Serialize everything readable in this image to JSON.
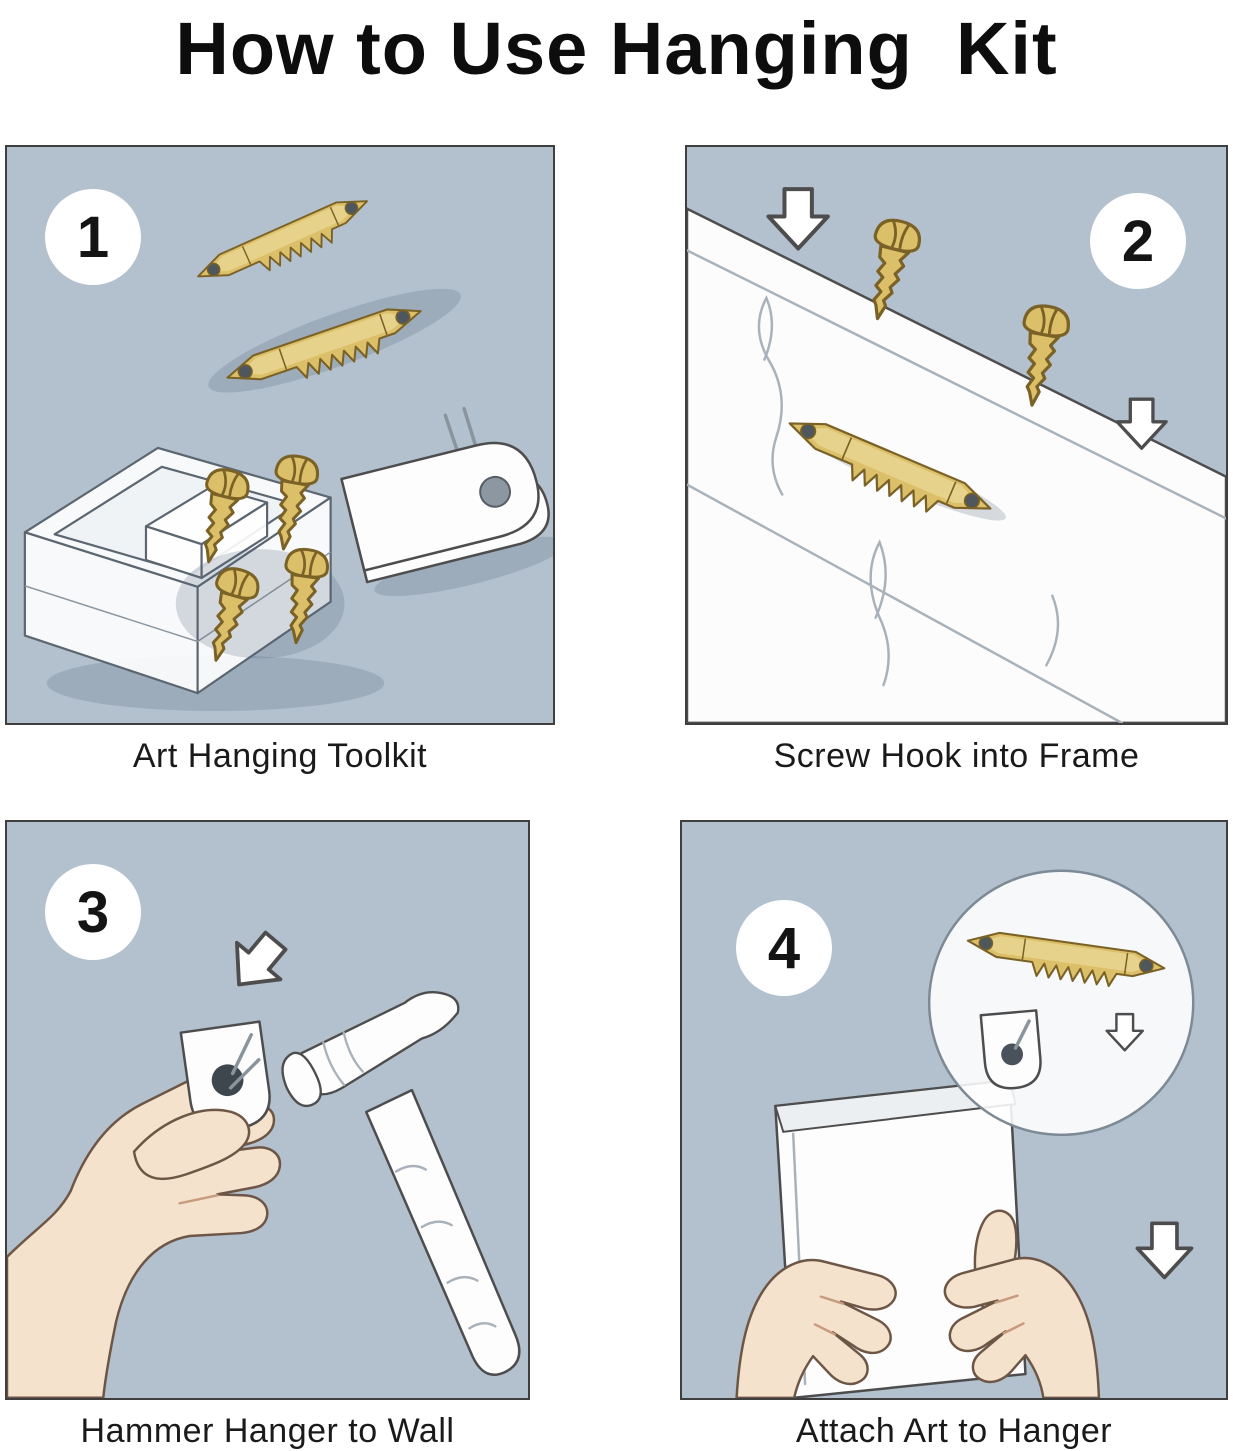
{
  "title": "How to Use Hanging  Kit",
  "steps": [
    {
      "number": "1",
      "caption": "Art Hanging Toolkit"
    },
    {
      "number": "2",
      "caption": "Screw Hook into Frame"
    },
    {
      "number": "3",
      "caption": "Hammer Hanger to Wall"
    },
    {
      "number": "4",
      "caption": "Attach Art to Hanger"
    }
  ],
  "colors": {
    "page_bg": "#ffffff",
    "panel_bg": "#b3c0cd",
    "panel_border": "#3f3f3f",
    "brass": "#dcbf69",
    "brass_dark": "#7a6126",
    "outline": "#4d4d4d",
    "white_object": "#fdfdfd",
    "skin": "#f4e2cc",
    "text": "#111111"
  }
}
